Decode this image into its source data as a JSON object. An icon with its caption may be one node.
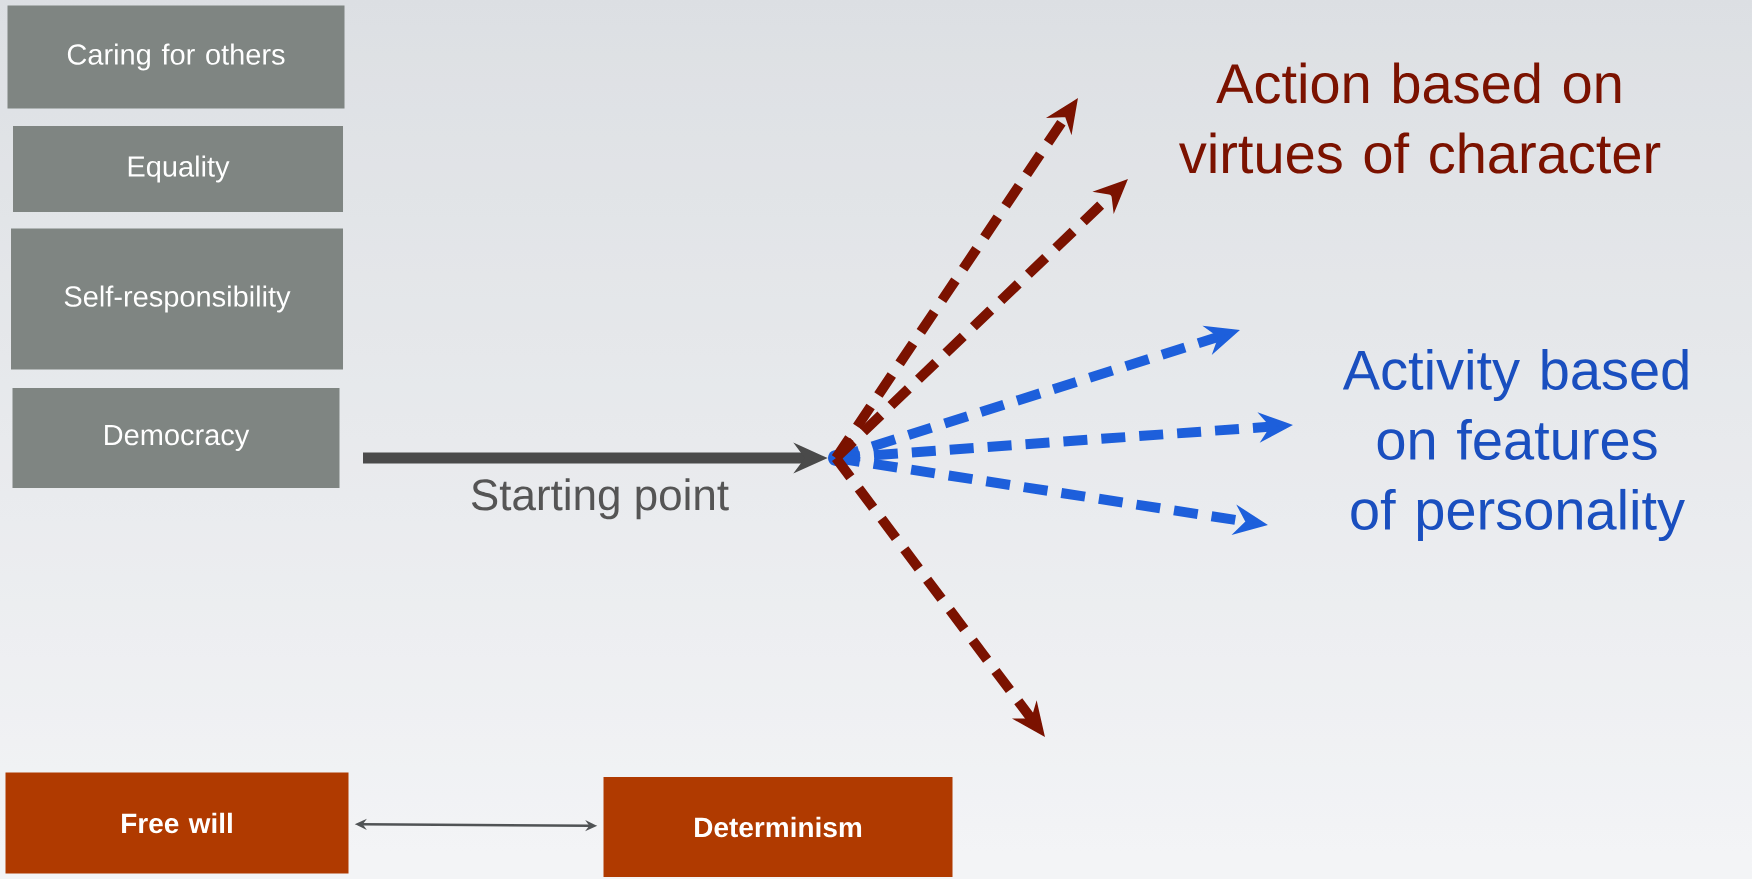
{
  "diagram": {
    "nodes": [
      {
        "text": [
          "Caring for others"
        ]
      },
      {
        "text": [
          "Equality"
        ]
      },
      {
        "text": [
          "Self-responsibility"
        ]
      },
      {
        "text": [
          "Democracy"
        ]
      },
      {
        "text": [
          "Action based on virtues of character"
        ]
      },
      {
        "text": [
          "Activity based on features of personality"
        ]
      },
      {
        "text": [
          "Free will"
        ]
      },
      {
        "text": [
          "Determinism"
        ]
      },
      {
        "text": [],
        "shape": "circle"
      }
    ],
    "edges": [
      {
        "from": null,
        "to": 8,
        "arrow": "to",
        "label": "Starting point",
        "color": "#4a4a4a"
      },
      {
        "from": 8,
        "to": 5,
        "arrow": "to",
        "style": "dashed",
        "color": "#1d5fdb"
      },
      {
        "from": 8,
        "to": 5,
        "arrow": "to",
        "style": "dashed",
        "color": "#1d5fdb"
      },
      {
        "from": 8,
        "to": 5,
        "arrow": "to",
        "style": "dashed",
        "color": "#1d5fdb"
      },
      {
        "from": 8,
        "to": 4,
        "arrow": "to",
        "style": "dashed",
        "color": "#7b1200"
      },
      {
        "from": 8,
        "to": 4,
        "arrow": "to",
        "style": "dashed",
        "color": "#7b1200"
      },
      {
        "from": 8,
        "to": null,
        "arrow": "to",
        "style": "dashed",
        "color": "#7b1200"
      },
      {
        "from": 6,
        "to": 7,
        "arrow": "both",
        "color": "#505355"
      }
    ]
  }
}
